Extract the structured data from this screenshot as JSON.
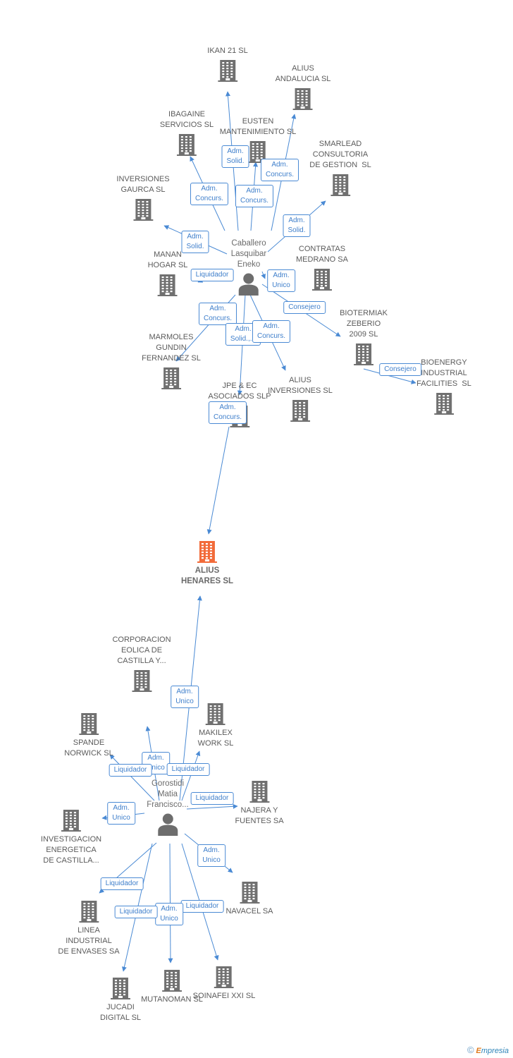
{
  "colors": {
    "edge": "#4a8ad4",
    "building": "#707070",
    "focus_building": "#f26b3a",
    "person": "#6d6d6d",
    "label": "#5b5b5b"
  },
  "nodes": [
    {
      "id": "ikan21",
      "type": "company",
      "label": "IKAN 21 SL"
    },
    {
      "id": "aliusandalucia",
      "type": "company",
      "label": "ALIUS\nANDALUCIA SL"
    },
    {
      "id": "ibagaine",
      "type": "company",
      "label": "IBAGAINE\nSERVICIOS SL"
    },
    {
      "id": "eusten",
      "type": "company",
      "label": "EUSTEN\nMANTENIMIENTO SL"
    },
    {
      "id": "smarlead",
      "type": "company",
      "label": "SMARLEAD\nCONSULTORIA\nDE GESTION  SL"
    },
    {
      "id": "gaurca",
      "type": "company",
      "label": "INVERSIONES\nGAURCA SL"
    },
    {
      "id": "mananhogar",
      "type": "company",
      "label": "MANAN\nHOGAR SL"
    },
    {
      "id": "contratas",
      "type": "company",
      "label": "CONTRATAS\nMEDRANO SA"
    },
    {
      "id": "caballero",
      "type": "person",
      "label": "Caballero\nLasquibar\nEneko"
    },
    {
      "id": "biotermiak",
      "type": "company",
      "label": "BIOTERMIAK\nZEBERIO\n2009 SL"
    },
    {
      "id": "marmoles",
      "type": "company",
      "label": "MARMOLES\nGUNDIN\nFERNANDEZ SL"
    },
    {
      "id": "bioenergy",
      "type": "company",
      "label": "BIOENERGY\nINDUSTRIAL\nFACILITIES  SL"
    },
    {
      "id": "jpe",
      "type": "company",
      "label": "JPE & EC\nASOCIADOS SLP"
    },
    {
      "id": "aliusinv",
      "type": "company",
      "label": "ALIUS\nINVERSIONES SL"
    },
    {
      "id": "aliushenares",
      "type": "focus",
      "label": "ALIUS\nHENARES SL"
    },
    {
      "id": "corporacion",
      "type": "company",
      "label": "CORPORACION\nEOLICA DE\nCASTILLA Y..."
    },
    {
      "id": "makilex",
      "type": "company",
      "label": "MAKILEX\nWORK SL"
    },
    {
      "id": "spande",
      "type": "company",
      "label": "SPANDE\nNORWICK SL"
    },
    {
      "id": "najera",
      "type": "company",
      "label": "NAJERA Y\nFUENTES SA"
    },
    {
      "id": "investigacion",
      "type": "company",
      "label": "INVESTIGACION\nENERGETICA\nDE CASTILLA..."
    },
    {
      "id": "gorostidi",
      "type": "person",
      "label": "Gorostidi\nMatia\nFrancisco..."
    },
    {
      "id": "navacel",
      "type": "company",
      "label": "NAVACEL SA"
    },
    {
      "id": "linea",
      "type": "company",
      "label": "LINEA\nINDUSTRIAL\nDE ENVASES SA"
    },
    {
      "id": "mutanoman",
      "type": "company",
      "label": "MUTANOMAN SL"
    },
    {
      "id": "soinafei",
      "type": "company",
      "label": "SOINAFEI XXI SL"
    },
    {
      "id": "jucadi",
      "type": "company",
      "label": "JUCADI\nDIGITAL SL"
    }
  ],
  "edges": [
    {
      "from": "caballero",
      "to": "ikan21",
      "label": "Adm.\nSolid."
    },
    {
      "from": "caballero",
      "to": "aliusandalucia",
      "label": "Adm.\nConcurs."
    },
    {
      "from": "caballero",
      "to": "ibagaine",
      "label": "Adm.\nConcurs."
    },
    {
      "from": "caballero",
      "to": "eusten",
      "label": "Adm.\nConcurs."
    },
    {
      "from": "caballero",
      "to": "smarlead",
      "label": "Adm.\nSolid."
    },
    {
      "from": "caballero",
      "to": "gaurca",
      "label": "Adm.\nSolid."
    },
    {
      "from": "caballero",
      "to": "mananhogar",
      "label": "Liquidador"
    },
    {
      "from": "caballero",
      "to": "contratas",
      "label": "Adm.\nUnico"
    },
    {
      "from": "caballero",
      "to": "biotermiak",
      "label": "Consejero"
    },
    {
      "from": "caballero",
      "to": "marmoles",
      "label": "Adm.\nConcurs."
    },
    {
      "from": "caballero",
      "to": "jpe",
      "label": "Adm.\nSolid.,..."
    },
    {
      "from": "caballero",
      "to": "aliusinv",
      "label": "Adm.\nConcurs."
    },
    {
      "from": "biotermiak",
      "to": "bioenergy",
      "label": "Consejero"
    },
    {
      "from": "caballero",
      "to": "aliushenares",
      "label": "Adm.\nConcurs."
    },
    {
      "from": "gorostidi",
      "to": "aliushenares",
      "label": "Adm.\nUnico"
    },
    {
      "from": "gorostidi",
      "to": "corporacion",
      "label": "Adm.\nUnico"
    },
    {
      "from": "gorostidi",
      "to": "makilex",
      "label": "Liquidador"
    },
    {
      "from": "gorostidi",
      "to": "spande",
      "label": "Liquidador"
    },
    {
      "from": "gorostidi",
      "to": "najera",
      "label": "Liquidador"
    },
    {
      "from": "gorostidi",
      "to": "investigacion",
      "label": "Adm.\nUnico"
    },
    {
      "from": "gorostidi",
      "to": "navacel",
      "label": "Adm.\nUnico"
    },
    {
      "from": "gorostidi",
      "to": "linea",
      "label": "Liquidador"
    },
    {
      "from": "gorostidi",
      "to": "soinafei",
      "label": "Liquidador"
    },
    {
      "from": "gorostidi",
      "to": "mutanoman",
      "label": "Adm.\nUnico"
    },
    {
      "from": "gorostidi",
      "to": "jucadi",
      "label": "Liquidador"
    }
  ],
  "footer": {
    "copyright": "©",
    "brand_first": "E",
    "brand_rest": "mpresia"
  }
}
